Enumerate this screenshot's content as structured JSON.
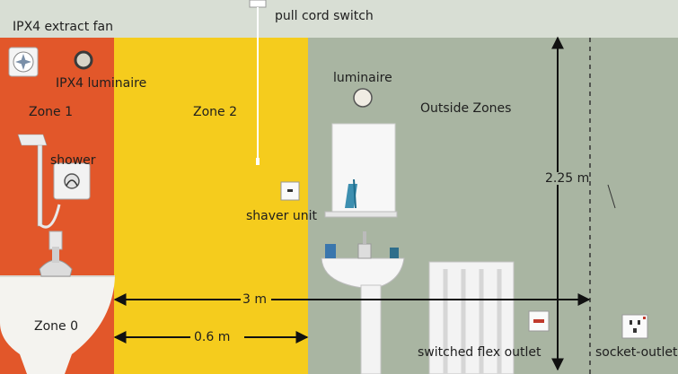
{
  "labels": {
    "pull_cord_switch": "pull cord switch",
    "ipx4_extract_fan": "IPX4 extract fan",
    "ipx4_luminaire": "IPX4 luminaire",
    "zone1": "Zone 1",
    "zone2": "Zone 2",
    "zone0": "Zone 0",
    "shower": "shower",
    "luminaire": "luminaire",
    "outside_zones": "Outside Zones",
    "shaver_unit": "shaver unit",
    "switched_flex_outlet": "switched flex outlet",
    "socket_outlet": "socket-outlet"
  },
  "dimensions": {
    "height": "2.25 m",
    "width_total": "3 m",
    "width_zone1": "0.6 m"
  },
  "colors": {
    "zone1": "#e2572a",
    "zone2": "#f5cc1d",
    "outside": "#a9b5a2",
    "zone0": "#f4f3ef"
  }
}
